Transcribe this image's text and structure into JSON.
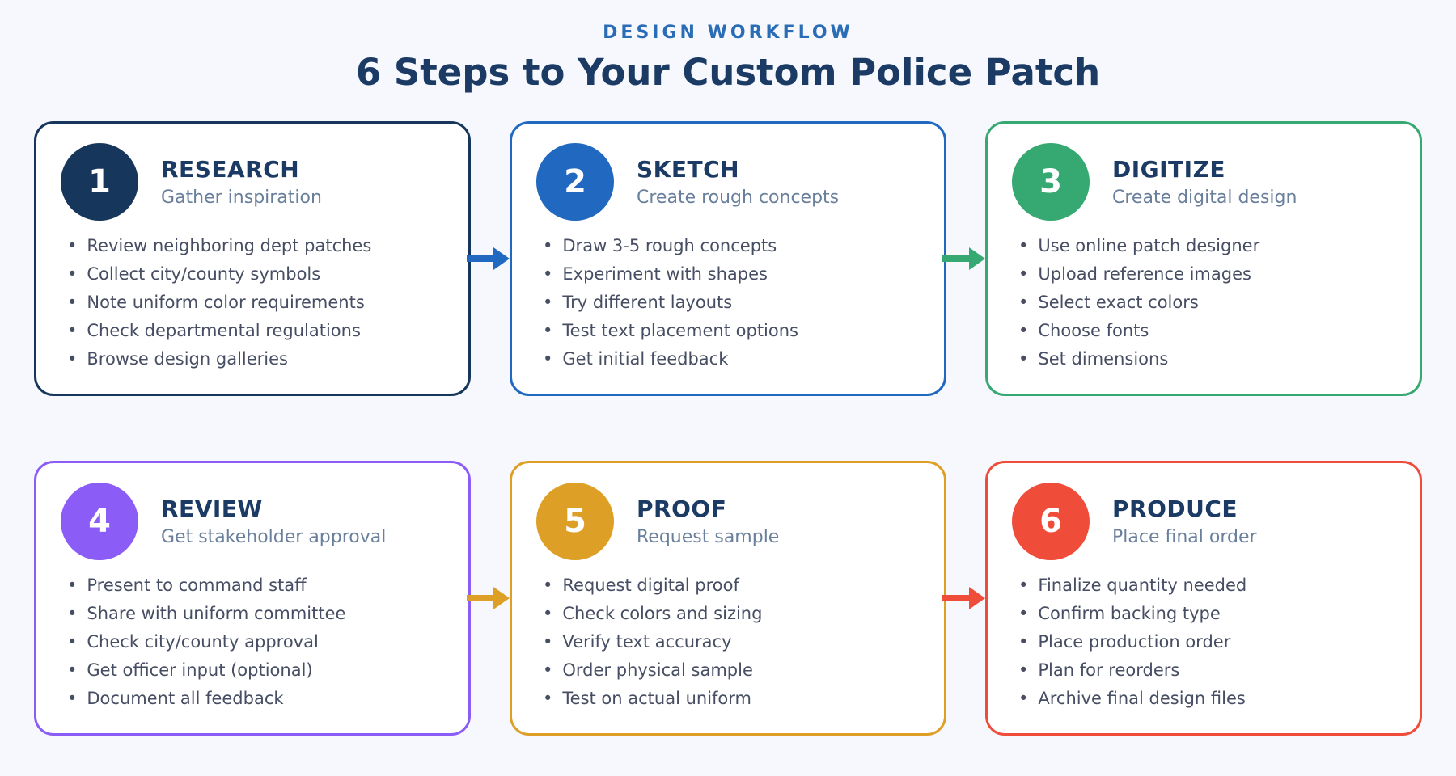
{
  "header": {
    "eyebrow": "DESIGN WORKFLOW",
    "title": "6 Steps to Your Custom Police Patch"
  },
  "colors": {
    "background": "#f6f8fd",
    "card_background": "#ffffff",
    "eyebrow": "#2a6cb5",
    "title": "#1b3a64",
    "subtitle": "#697f9b",
    "bullet_text": "#474e63"
  },
  "steps": [
    {
      "number": "1",
      "title": "RESEARCH",
      "subtitle": "Gather inspiration",
      "accent": "#17365c",
      "items": [
        "Review neighboring dept patches",
        "Collect city/county symbols",
        "Note uniform color requirements",
        "Check departmental regulations",
        "Browse design galleries"
      ]
    },
    {
      "number": "2",
      "title": "SKETCH",
      "subtitle": "Create rough concepts",
      "accent": "#2068c0",
      "items": [
        "Draw 3-5 rough concepts",
        "Experiment with shapes",
        "Try different layouts",
        "Test text placement options",
        "Get initial feedback"
      ]
    },
    {
      "number": "3",
      "title": "DIGITIZE",
      "subtitle": "Create digital design",
      "accent": "#36a872",
      "items": [
        "Use online patch designer",
        "Upload reference images",
        "Select exact colors",
        "Choose fonts",
        "Set dimensions"
      ]
    },
    {
      "number": "4",
      "title": "REVIEW",
      "subtitle": "Get stakeholder approval",
      "accent": "#8b5cf6",
      "items": [
        "Present to command staff",
        "Share with uniform committee",
        "Check city/county approval",
        "Get officer input (optional)",
        "Document all feedback"
      ]
    },
    {
      "number": "5",
      "title": "PROOF",
      "subtitle": "Request sample",
      "accent": "#dd9f26",
      "items": [
        "Request digital proof",
        "Check colors and sizing",
        "Verify text accuracy",
        "Order physical sample",
        "Test on actual uniform"
      ]
    },
    {
      "number": "6",
      "title": "PRODUCE",
      "subtitle": "Place final order",
      "accent": "#f04c3a",
      "items": [
        "Finalize quantity needed",
        "Confirm backing type",
        "Place production order",
        "Plan for reorders",
        "Archive final design files"
      ]
    }
  ]
}
